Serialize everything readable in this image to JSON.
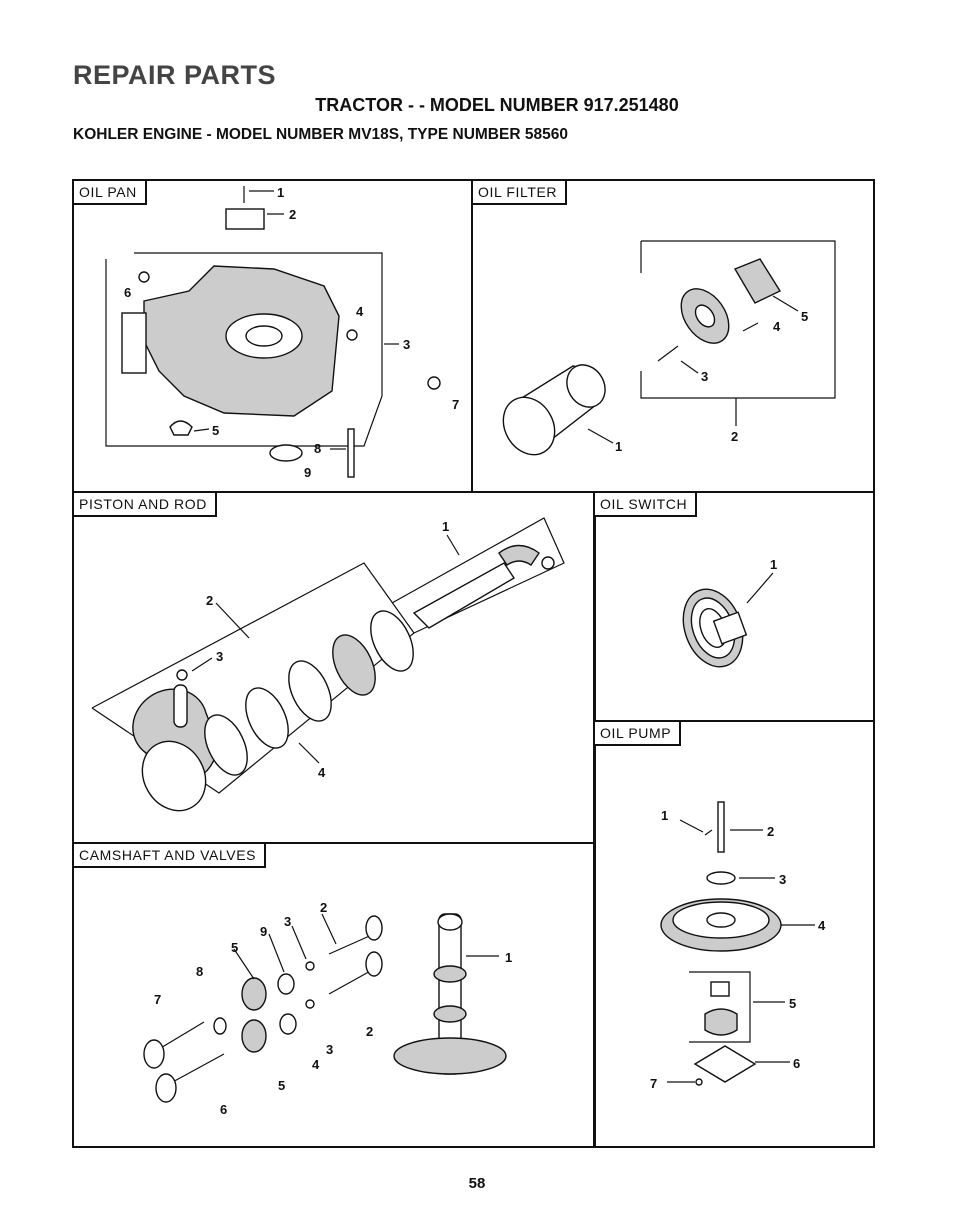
{
  "header": {
    "title": "REPAIR PARTS",
    "subtitle": "TRACTOR - - MODEL NUMBER 917.251480",
    "engine_line": "KOHLER ENGINE - MODEL NUMBER MV18S, TYPE NUMBER 58560"
  },
  "panels": {
    "oil_pan": {
      "label": "OIL PAN",
      "callouts": [
        "1",
        "2",
        "3",
        "4",
        "5",
        "6",
        "7",
        "8",
        "9"
      ]
    },
    "oil_filter": {
      "label": "OIL FILTER",
      "callouts": [
        "1",
        "2",
        "3",
        "4",
        "5"
      ]
    },
    "piston_rod": {
      "label": "PISTON AND ROD",
      "callouts": [
        "1",
        "2",
        "3",
        "4"
      ]
    },
    "oil_switch": {
      "label": "OIL SWITCH",
      "callouts": [
        "1"
      ]
    },
    "oil_pump": {
      "label": "OIL PUMP",
      "callouts": [
        "1",
        "2",
        "3",
        "4",
        "5",
        "6",
        "7"
      ]
    },
    "camshaft": {
      "label": "CAMSHAFT AND VALVES",
      "callouts": [
        "1",
        "2",
        "3",
        "9",
        "2",
        "5",
        "8",
        "7",
        "4",
        "3",
        "5",
        "6"
      ]
    }
  },
  "footer": {
    "page_number": "58"
  }
}
